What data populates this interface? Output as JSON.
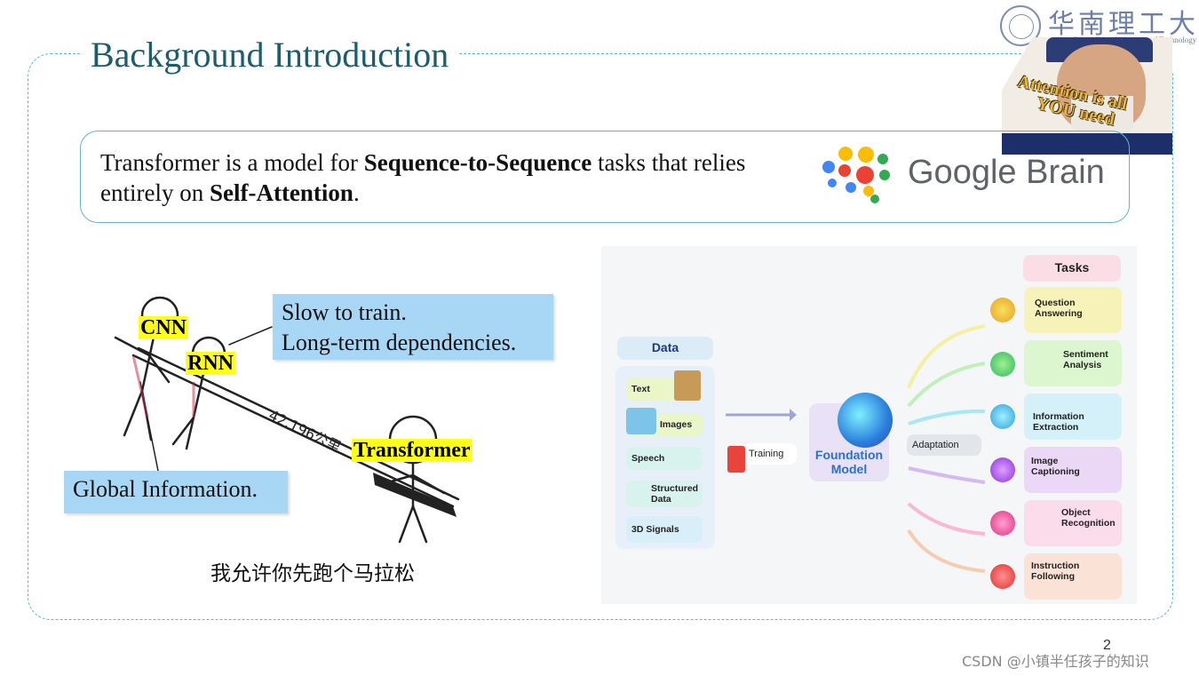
{
  "slide": {
    "title": "Background Introduction",
    "page_number": "2"
  },
  "university": {
    "name_cn": "华南理工大学",
    "name_en": "South China University of Technology"
  },
  "poster": {
    "text_line1": "Attention is all",
    "text_line2": "YOU need"
  },
  "callout": {
    "text_before": "Transformer is a model for ",
    "bold1": "Sequence-to-Sequence",
    "text_mid": " tasks that relies entirely on ",
    "bold2": "Self-Attention",
    "text_end": "."
  },
  "google_brain": {
    "wordmark": "Google Brain",
    "dot_colors": [
      "#4285f4",
      "#ea4335",
      "#fbbc05",
      "#34a853"
    ]
  },
  "cartoon": {
    "label_cnn": "CNN",
    "label_rnn": "RNN",
    "label_transformer": "Transformer",
    "distance_label": "42.196公里",
    "box_slow_line1": "Slow to train.",
    "box_slow_line2": "Long-term dependencies.",
    "box_global": "Global Information.",
    "caption": "我允许你先跑个马拉松"
  },
  "foundation_figure": {
    "data_header": "Data",
    "data_items": [
      "Text",
      "Images",
      "Speech",
      "Structured Data",
      "3D Signals"
    ],
    "training_label": "Training",
    "model_label_line1": "Foundation",
    "model_label_line2": "Model",
    "adaptation_label": "Adaptation",
    "tasks_header": "Tasks",
    "tasks": [
      {
        "line1": "Question",
        "line2": "Answering"
      },
      {
        "line1": "Sentiment",
        "line2": "Analysis"
      },
      {
        "line1": "Information",
        "line2": "Extraction"
      },
      {
        "line1": "Image",
        "line2": "Captioning"
      },
      {
        "line1": "Object",
        "line2": "Recognition"
      },
      {
        "line1": "Instruction",
        "line2": "Following"
      }
    ]
  },
  "watermark": {
    "text": "CSDN @小镇半任孩子的知识"
  }
}
